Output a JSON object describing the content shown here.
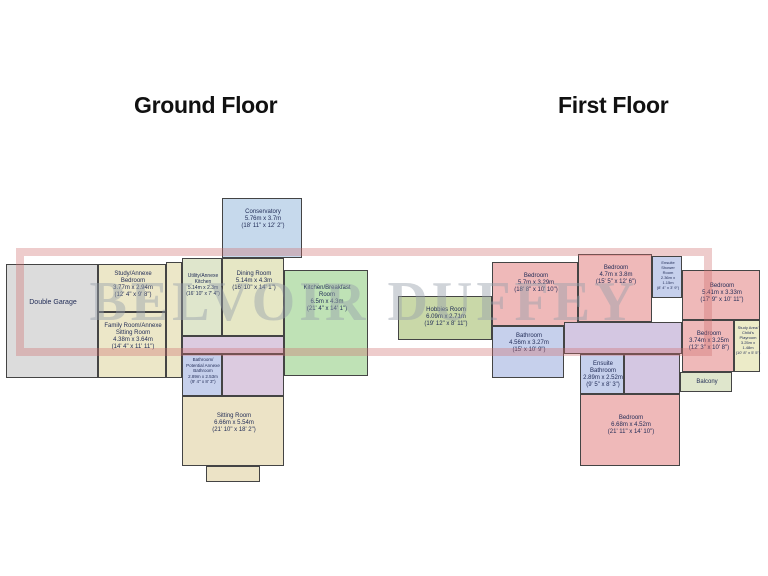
{
  "ground_floor": {
    "title": "Ground Floor",
    "rooms": {
      "double_garage": "Double Garage",
      "study": "Study/Annexe\nBedroom\n3.77m x 2.94m\n(12' 4\" x 9' 8\")",
      "family": "Family Room/Annexe\nSitting Room\n4.38m x 3.64m\n(14' 4\" x 11' 11\")",
      "utility": "Utility/Annexe\nKitchen\n5.14m x 2.3m\n(16' 10\" x 7' 4\")",
      "dining": "Dining Room\n5.14m x 4.3m\n(16' 10\" x 14' 1\")",
      "conservatory": "Conservatory\n5.76m x 3.7m\n(18' 11\" x 12' 2\")",
      "kitchen": "Kitchen/Breakfast\nRoom\n6.5m x 4.3m\n(21' 4\" x 14' 1\")",
      "bathroom": "Bathroom/\nPotential Annexe\nBathroom\n2.89m x 2.53m\n(9' 4\" x 8' 3\")",
      "sitting": "Sitting Room\n6.66m x 5.54m\n(21' 10\" x 18' 2\")"
    }
  },
  "first_floor": {
    "title": "First Floor",
    "rooms": {
      "bedroom_a": "Bedroom\n5.7m x 3.29m\n(18' 8\" x 10' 10\")",
      "bedroom_b": "Bedroom\n4.7m x 3.8m\n(15' 5\" x 12' 6\")",
      "ensuite_small": "Ensuite\nShower\nRoom\n2.36m x\n1.15m\n(8' 4\" x 3' 9\")",
      "bedroom_c": "Bedroom\n5.41m x 3.33m\n(17' 9\" x 10' 11\")",
      "hobbies": "Hobbies Room\n6.09m x 2.71m\n(19' 12\" x 8' 11\")",
      "bathroom": "Bathroom\n4.56m x 3.27m\n(15' x 10' 9\")",
      "bedroom_d": "Bedroom\n3.74m x 3.25m\n(12' 3\" x 10' 8\")",
      "study_area": "Study Area/\nChild's\nPlayroom\n3.25m x\n1.48m\n(10' 8\" x 5' 5\")",
      "ensuite_bathroom": "Ensuite\nBathroom\n2.89m x 2.52m\n(9' 5\" x 8' 3\")",
      "balcony": "Balcony",
      "bedroom_main": "Bedroom\n6.68m x 4.52m\n(21' 11\" x 14' 10\")"
    }
  },
  "watermark": "BELVOIR DUFFEY",
  "colors": {
    "garage": "#dcdcdc",
    "annexe": "#ece7c8",
    "utility": "#dfe6cc",
    "dining": "#e6e7c5",
    "conservatory": "#c6d9ec",
    "kitchen": "#bfe2b6",
    "hall": "#dccbe0",
    "sitting": "#ece3c6",
    "bedroom": "#efb9b9",
    "hobbies": "#c9d8a8",
    "bath": "#c6d0ec",
    "landing": "#d4c7e2",
    "study_area": "#ecebc8"
  }
}
